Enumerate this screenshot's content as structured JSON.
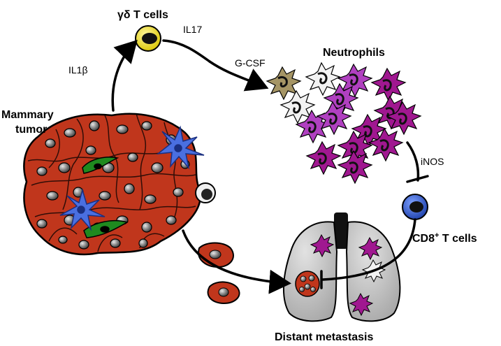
{
  "labels": {
    "gd_t_cells": "γδ T cells",
    "il17": "IL17",
    "il1b": "IL1β",
    "gcsf": "G-CSF",
    "neutrophils": "Neutrophils",
    "mammary_tumor_line1": "Mammary",
    "mammary_tumor_line2": "tumor",
    "inos": "iNOS",
    "cd8_prefix": "CD8",
    "cd8_sup": "+",
    "cd8_suffix": " T cells",
    "distant_metastasis": "Distant metastasis"
  },
  "colors": {
    "tumor_cell": "#c0361c",
    "nucleus": "#8a8a8a",
    "gd_t_cell": "#f0e020",
    "cd8_t_cell": "#2f5fd0",
    "neutrophil_purple": "#b040c0",
    "neutrophil_magenta": "#a01890",
    "neutrophil_white": "#f2f2f2",
    "neutrophil_olive": "#a59565",
    "dendritic_blue": "#4a6fe0",
    "fibroblast_green": "#1f8a1f",
    "lung": "#c8c8c8",
    "trachea": "#111111"
  }
}
